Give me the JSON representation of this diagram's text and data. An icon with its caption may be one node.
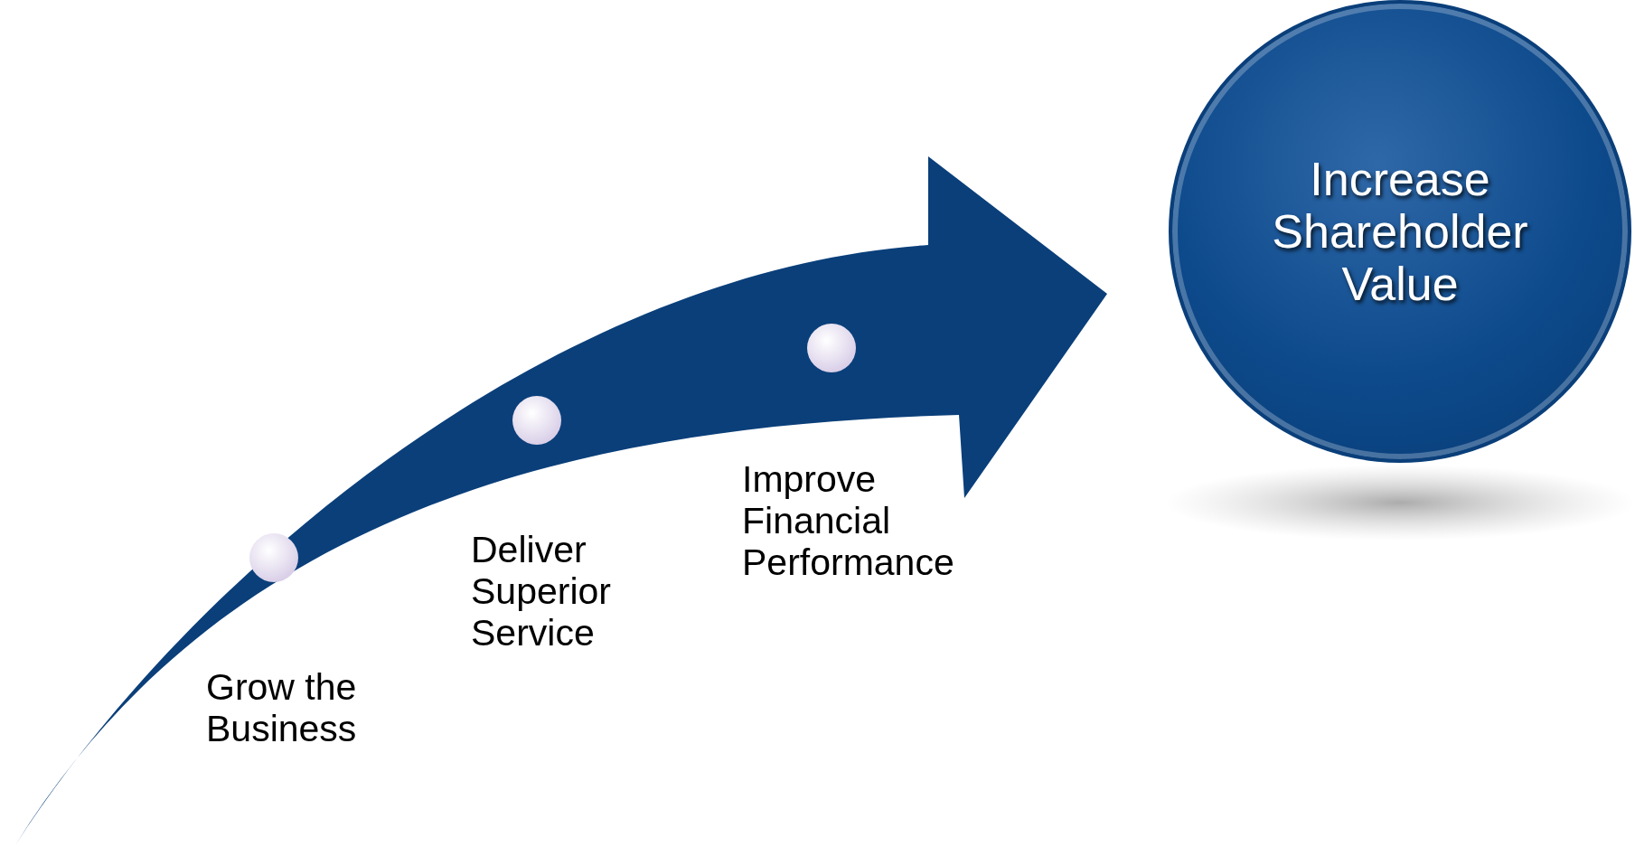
{
  "diagram": {
    "nodes": [
      {
        "text": [
          "Increase Shareholder Value"
        ]
      }
    ],
    "labels": [
      "Grow the Business",
      "Deliver Superior Service",
      "Improve Financial Performance"
    ]
  }
}
